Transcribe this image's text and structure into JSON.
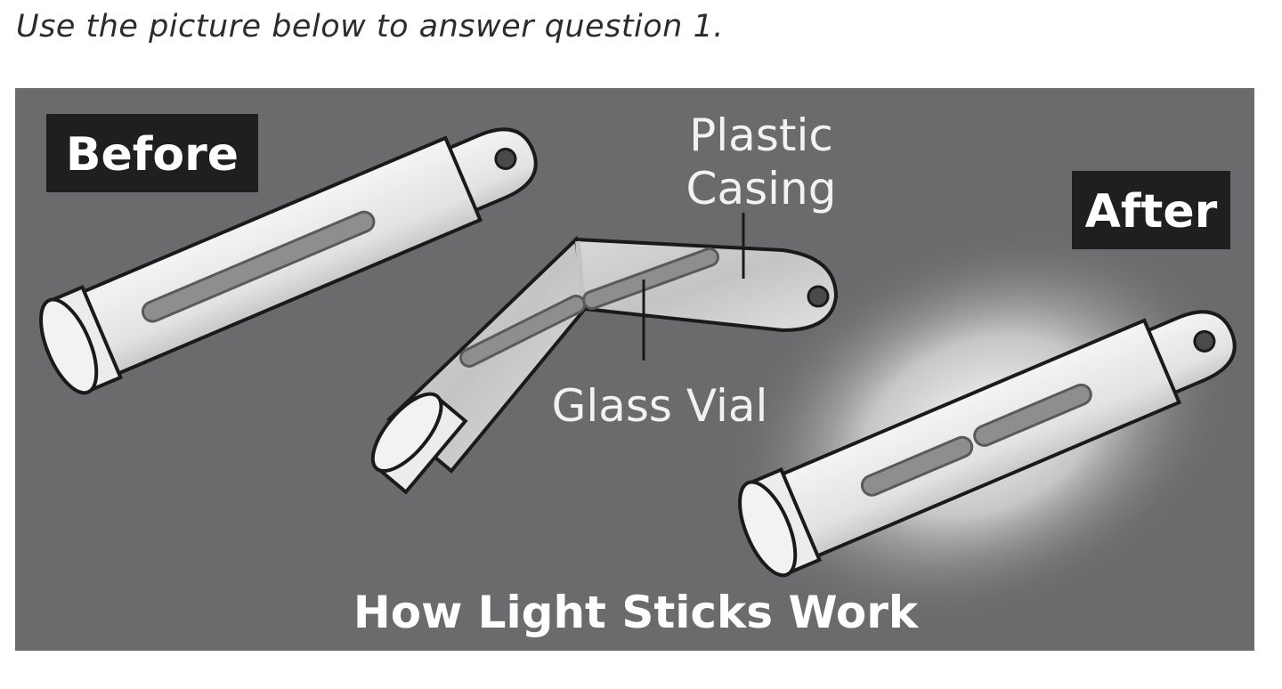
{
  "prompt": "Use the picture below to answer question 1.",
  "figure": {
    "before_label": "Before",
    "after_label": "After",
    "plastic_casing_line1": "Plastic",
    "plastic_casing_line2": "Casing",
    "glass_vial_label": "Glass Vial",
    "title": "How Light Sticks Work",
    "colors": {
      "background": "#6b6b6d",
      "label_box": "#1f1f1f",
      "stick_body": "#e4e4e4",
      "outline": "#1a1a1a",
      "vial": "#8e8e8e"
    }
  }
}
